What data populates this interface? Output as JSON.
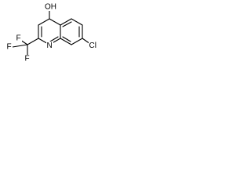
{
  "structure": {
    "atoms": {
      "hydroxyl": "OH",
      "nitrogen": "N",
      "chlorine": "Cl",
      "fluorine_top": "F",
      "fluorine_left": "F",
      "fluorine_bottom": "F"
    },
    "colors": {
      "bond": "#000000",
      "label": "#000000",
      "background": "#ffffff"
    }
  }
}
